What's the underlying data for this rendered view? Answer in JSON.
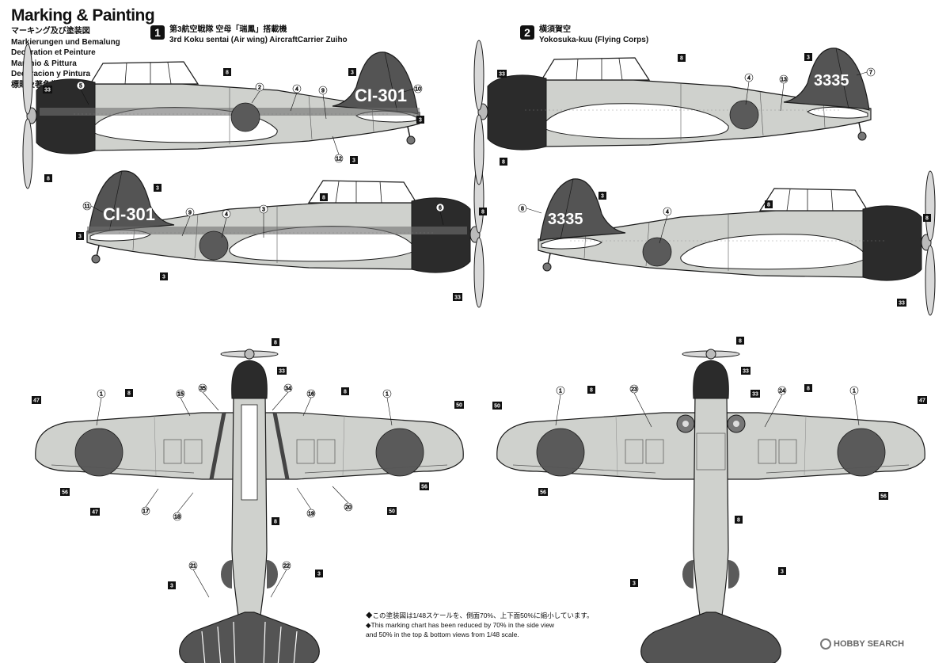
{
  "header": {
    "title": "Marking & Painting",
    "languages": [
      "マーキング及び塗装図",
      "Markierungen und Bemalung",
      "Decoration et Peinture",
      "Marchio & Pittura",
      "Decoracion y Pintura",
      "標貼及著色指示"
    ]
  },
  "schemes": [
    {
      "number": "1",
      "name_jp": "第3航空戦隊 空母「瑞鳳」搭載機",
      "name_en": "3rd Koku sentai (Air wing) AircraftCarrier Zuiho",
      "tail_code": "CI-301"
    },
    {
      "number": "2",
      "name_jp": "横須賀空",
      "name_en": "Yokosuka-kuu (Flying Corps)",
      "tail_code": "3335"
    }
  ],
  "note": {
    "jp": "この塗装図は1/48スケールを、側面70%、上下面50%に縮小しています。",
    "en_line1": "This marking chart has been reduced by 70% in the side view",
    "en_line2": "and 50% in the top & bottom views from 1/48 scale."
  },
  "watermark": "HOBBY SEARCH",
  "colors": {
    "fuselage": "#cfd1cd",
    "cowl": "#2b2b2b",
    "tail": "#545454",
    "hinomaru": "#5a5a5a",
    "stripe": "#6f6f6f",
    "outline": "#1a1a1a"
  },
  "callouts": {
    "s1_left": [
      "33",
      "5",
      "8",
      "2",
      "4",
      "9",
      "3",
      "10",
      "3",
      "12",
      "3",
      "8"
    ],
    "s1_right": [
      "3",
      "11",
      "9",
      "4",
      "3",
      "8",
      "6",
      "8",
      "3",
      "3",
      "33"
    ],
    "s2_left": [
      "33",
      "8",
      "4",
      "13",
      "3",
      "7",
      "8"
    ],
    "s2_right": [
      "3",
      "8",
      "4",
      "8",
      "8",
      "33"
    ],
    "top": [
      "8",
      "33",
      "35",
      "34",
      "15",
      "16",
      "8",
      "8",
      "1",
      "1",
      "47",
      "50",
      "56",
      "56",
      "47",
      "17",
      "18",
      "19",
      "20",
      "50",
      "8",
      "21",
      "22",
      "3",
      "3"
    ],
    "bottom": [
      "8",
      "33",
      "23",
      "33",
      "24",
      "8",
      "8",
      "1",
      "1",
      "50",
      "47",
      "56",
      "56",
      "8",
      "3",
      "3"
    ]
  }
}
